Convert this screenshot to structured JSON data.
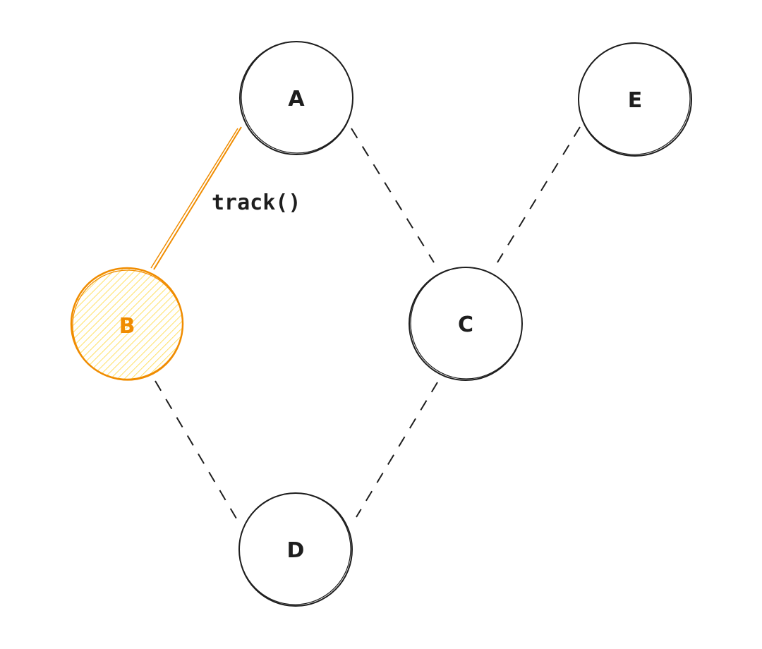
{
  "diagram": {
    "nodes": [
      {
        "id": "A",
        "label": "A",
        "highlighted": false
      },
      {
        "id": "E",
        "label": "E",
        "highlighted": false
      },
      {
        "id": "B",
        "label": "B",
        "highlighted": true
      },
      {
        "id": "C",
        "label": "C",
        "highlighted": false
      },
      {
        "id": "D",
        "label": "D",
        "highlighted": false
      }
    ],
    "edges": [
      {
        "from": "A",
        "to": "B",
        "style": "solid-highlight",
        "label": "track()"
      },
      {
        "from": "A",
        "to": "C",
        "style": "dashed"
      },
      {
        "from": "E",
        "to": "C",
        "style": "dashed"
      },
      {
        "from": "B",
        "to": "D",
        "style": "dashed"
      },
      {
        "from": "C",
        "to": "D",
        "style": "dashed"
      }
    ],
    "colors": {
      "stroke": "#1e1e1e",
      "highlight": "#f08c00",
      "highlight_fill": "#ffec99",
      "background": "#ffffff"
    }
  }
}
